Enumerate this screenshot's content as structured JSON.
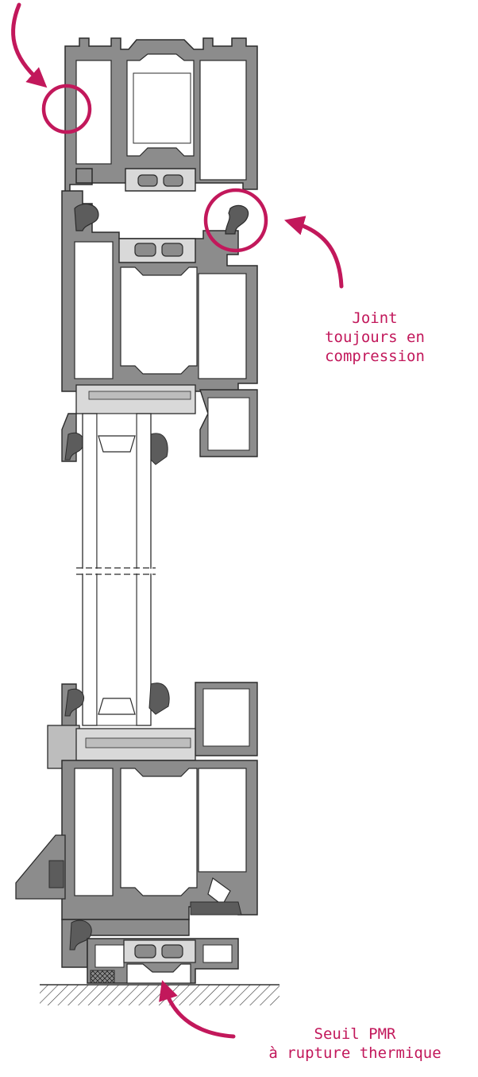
{
  "colors": {
    "accent": "#c2185b",
    "profile_fill": "#8c8c8c",
    "profile_stroke": "#2b2b2b",
    "gasket_fill": "#5c5c5c",
    "glass_fill": "#ffffff",
    "insulator_fill": "#d9d9d9",
    "ground_hatch": "#333333"
  },
  "icons": {
    "callout_arrow": "curved-arrow-icon",
    "highlight": "circle-highlight-icon"
  },
  "annotations": {
    "joint": {
      "line1": "Joint",
      "line2": "toujours en",
      "line3": "compression"
    },
    "seuil": {
      "line1": "Seuil PMR",
      "line2": "à rupture thermique"
    }
  }
}
